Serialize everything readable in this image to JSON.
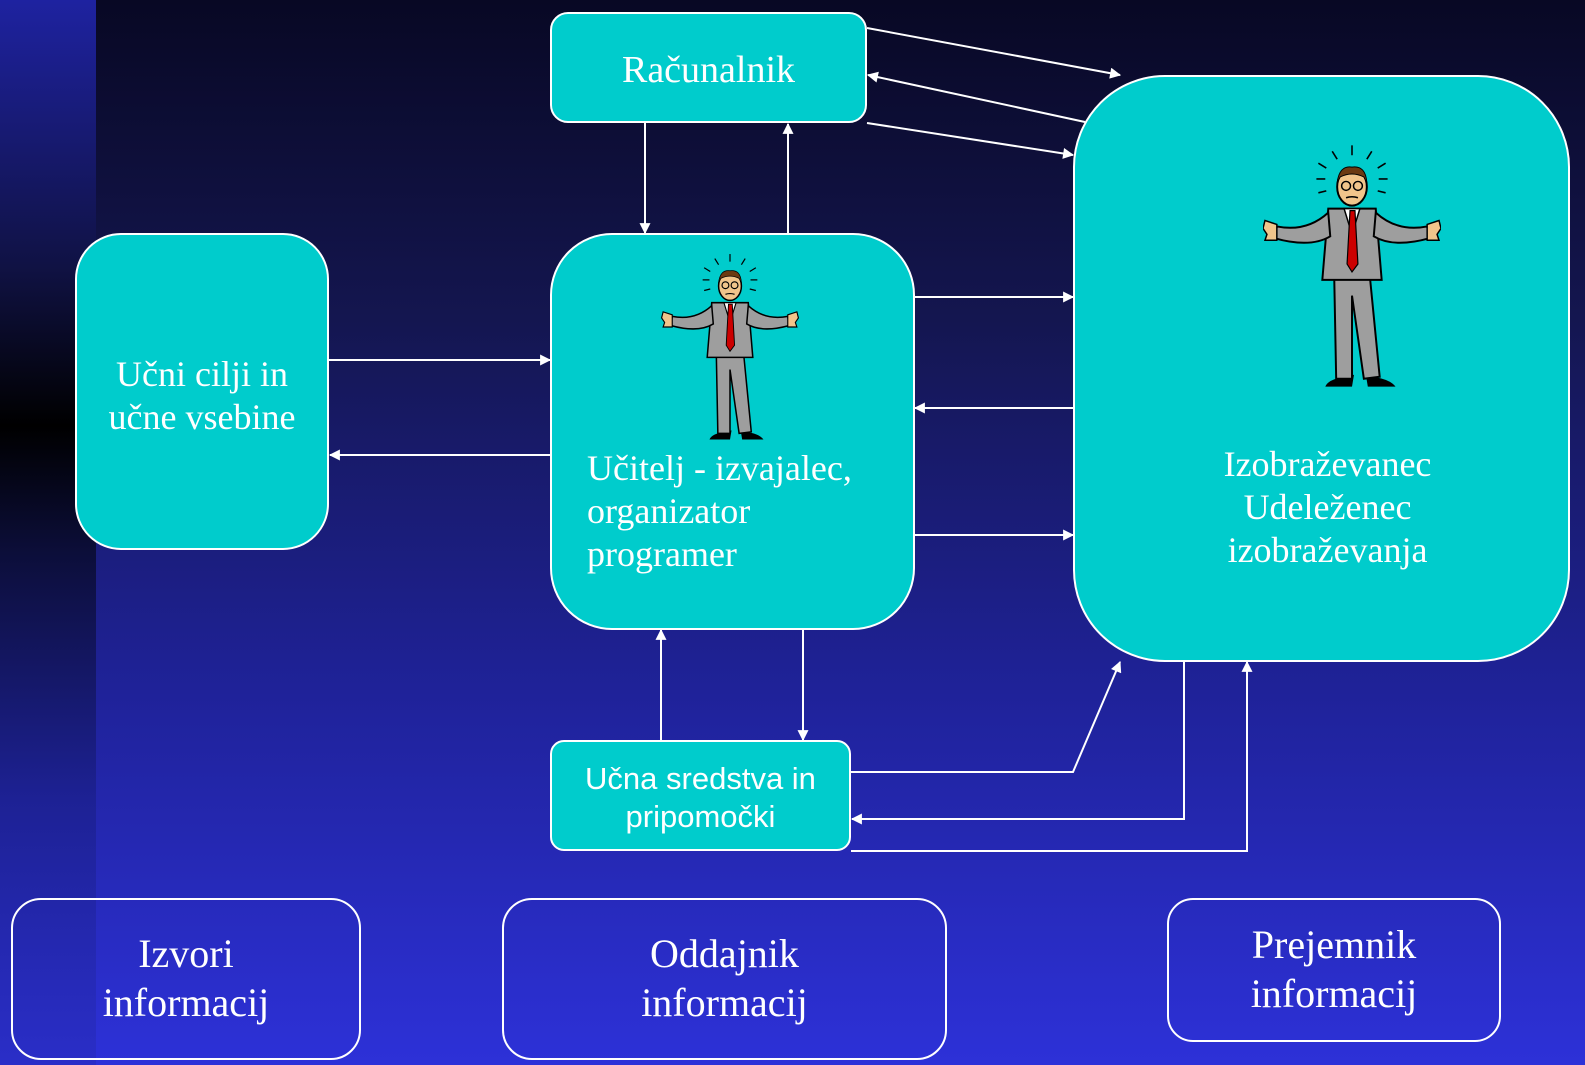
{
  "diagram": {
    "computer": {
      "label": "Računalnik"
    },
    "goals": {
      "label": "Učni cilji in\nučne vsebine"
    },
    "teacher": {
      "label": "Učitelj - izvajalec,\norganizator\nprogramer"
    },
    "learner": {
      "label": "Izobraževanec\nUdeleženec\nizobraževanja"
    },
    "media": {
      "label": "Učna sredstva in\npripomočki"
    }
  },
  "legend": {
    "sources": {
      "label": "Izvori\ninformacij"
    },
    "sender": {
      "label": "Oddajnik\ninformacij"
    },
    "receiver": {
      "label": "Prejemnik\ninformacij"
    }
  },
  "icons": [
    "person-shrug-icon"
  ],
  "colors": {
    "box_fill": "#00cccc",
    "line": "#ffffff"
  }
}
